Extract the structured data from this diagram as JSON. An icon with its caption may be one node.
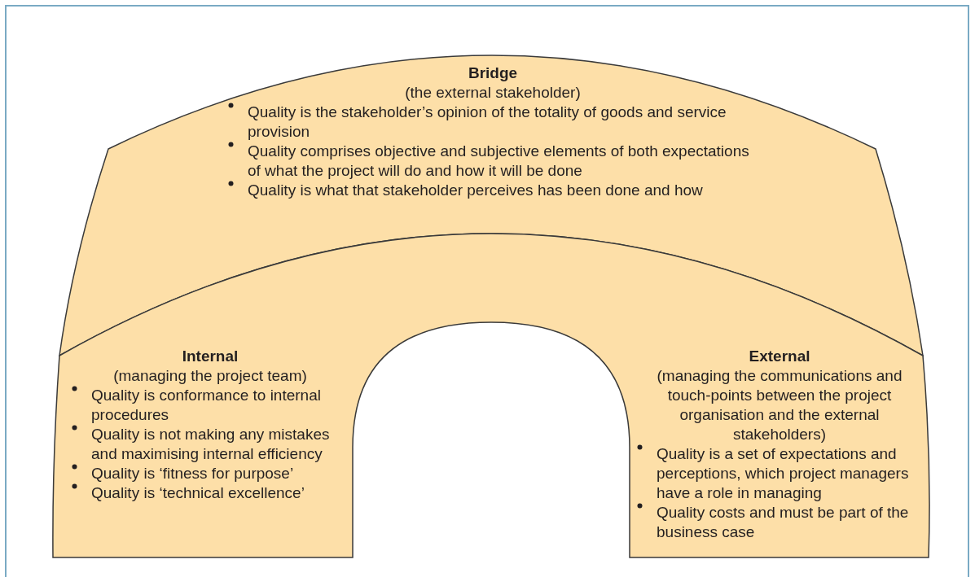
{
  "diagram": {
    "nodes": [
      {
        "text": [
          "Bridge",
          "(the external stakeholder)",
          "Quality is the stakeholder’s opinion of the totality of goods and service provision",
          "Quality comprises objective and subjective elements of both expectations of what the project will do and how it will be done",
          "Quality is what that stakeholder perceives has been done and how"
        ]
      },
      {
        "text": [
          "Internal",
          "(managing the project team)",
          "Quality is conformance to internal procedures",
          "Quality is not making any mistakes and maximising internal efficiency",
          "Quality is ‘fitness for purpose’",
          "Quality is ‘technical excellence’",
          "External",
          "(managing the communications and touch-points between the project organisation and the external stakeholders)",
          "Quality is a set of expectations and perceptions, which project managers have a role in managing",
          "Quality costs and must be part of the business case"
        ]
      }
    ],
    "edges": []
  }
}
